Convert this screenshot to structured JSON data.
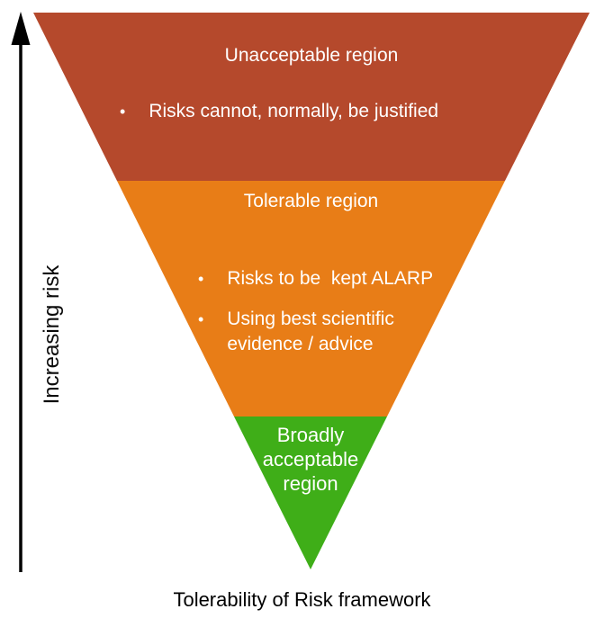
{
  "colors": {
    "unacceptable": "#B5492C",
    "tolerable": "#E87D17",
    "acceptable": "#3FAE18",
    "arrow": "#000000",
    "light_text": "#FFFFFF",
    "dark_text": "#000000"
  },
  "axis": {
    "label": "Increasing risk"
  },
  "regions": {
    "unacceptable": {
      "title": "Unacceptable region",
      "bullet": "•",
      "item1": "Risks cannot, normally, be justified"
    },
    "tolerable": {
      "title": "Tolerable region",
      "bullet": "•",
      "item1": "Risks to be  kept ALARP",
      "item2": "Using best scientific\nevidence / advice"
    },
    "acceptable": {
      "title": "Broadly\nacceptable\nregion"
    }
  },
  "caption": "Tolerability of Risk framework"
}
